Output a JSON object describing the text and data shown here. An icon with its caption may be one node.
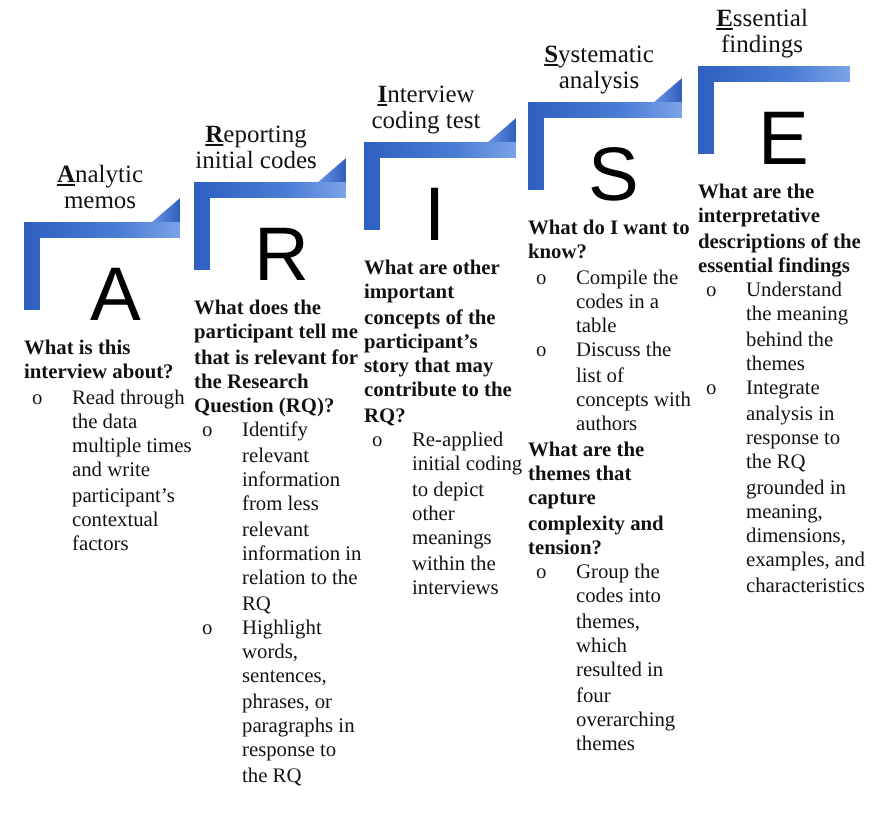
{
  "diagram": {
    "nodes": [
      {
        "text": [
          "A"
        ],
        "beside": [
          "Analytic memos"
        ]
      },
      {
        "text": [
          "R"
        ],
        "beside": [
          "Reporting initial codes"
        ]
      },
      {
        "text": [
          "I"
        ],
        "beside": [
          "Interview coding test"
        ]
      },
      {
        "text": [
          "S"
        ],
        "beside": [
          "Systematic analysis"
        ]
      },
      {
        "text": [
          "E"
        ],
        "beside": [
          "Essential findings"
        ]
      }
    ],
    "labels": [
      "What is this interview about?",
      "o",
      "Read through the data multiple times and write participant’s contextual factors",
      "What does the participant tell me that is relevant for the Research Question (RQ)?",
      "o",
      "Identify relevant information from less relevant information in relation to the RQ",
      "o",
      "Highlight words, sentences, phrases, or paragraphs in response to the RQ",
      "What are other important concepts of the participant’s story that may contribute to the RQ?",
      "o",
      "Re-applied initial coding to depict other meanings within the interviews",
      "What do I want to know?",
      "o",
      "Compile the codes in a table",
      "o",
      "Discuss the list of concepts with authors",
      "What are the themes that capture complexity and tension?",
      "o",
      "Group the codes into themes, which resulted in four overarching themes",
      "What are the interpretative descriptions of the essential findings",
      "o",
      "Understand the meaning behind the themes",
      "o",
      "Integrate analysis in response to the RQ grounded in meaning, dimensions, examples, and characteristics"
    ]
  }
}
